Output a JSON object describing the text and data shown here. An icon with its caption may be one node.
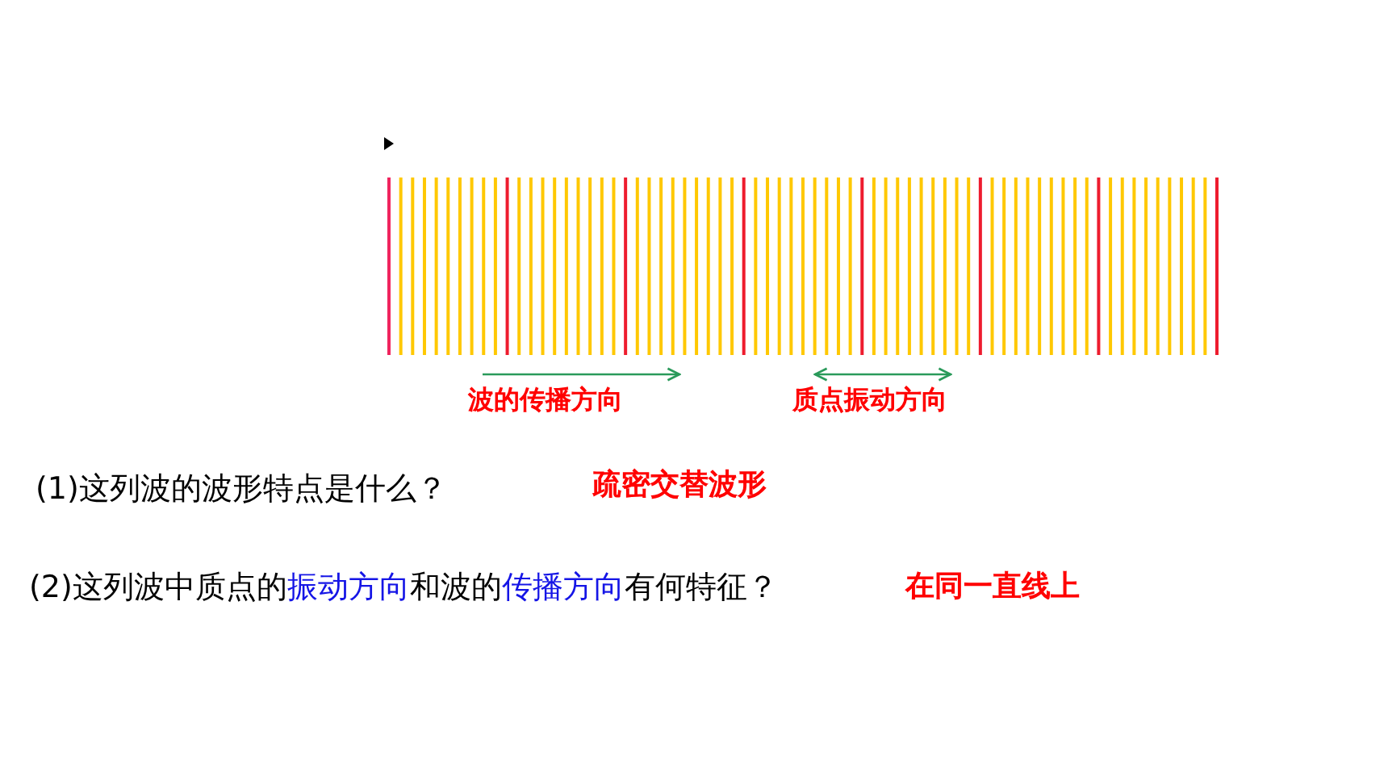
{
  "diagram": {
    "labels": [
      "波的传播方向",
      "质点振动方向",
      "(1)这列波的波形特点是什么？",
      "疏密交替波形",
      "(2)这列波中质点的**振动方向**和波的**传播方向**有何特征？",
      "在同一直线上"
    ]
  }
}
